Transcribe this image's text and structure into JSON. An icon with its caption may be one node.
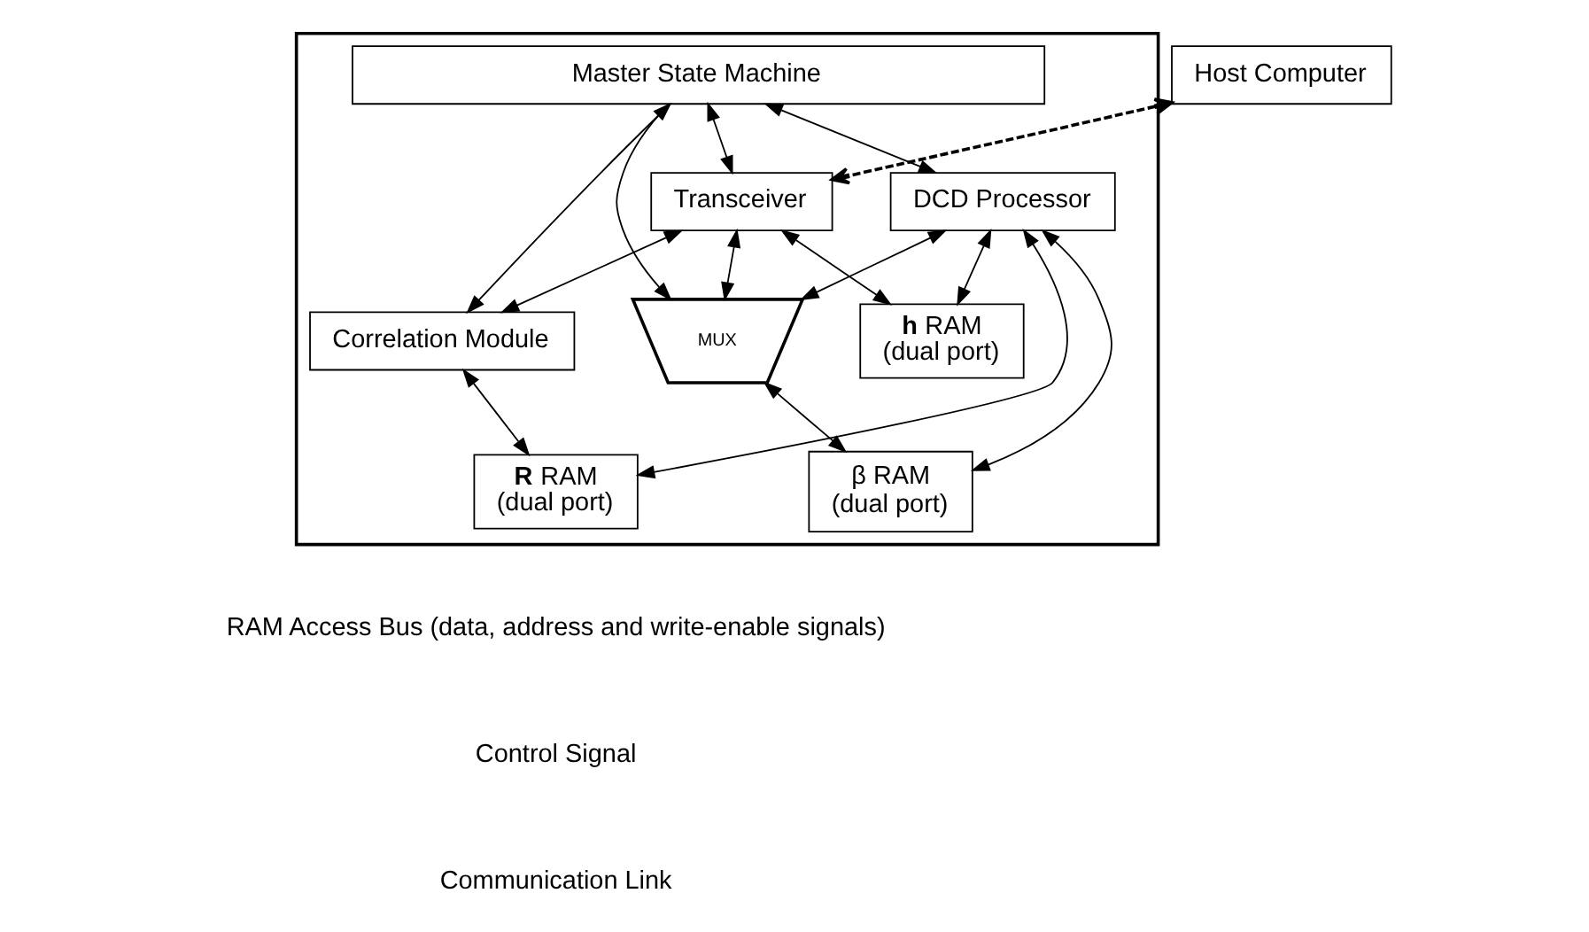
{
  "diagram": {
    "nodes": [
      {
        "text": [],
        "shape": "box"
      },
      {
        "text": [
          "Host Computer"
        ]
      },
      {
        "text": [
          "Master State Machine"
        ],
        "in": 0
      },
      {
        "text": [
          "Transceiver"
        ],
        "in": 0
      },
      {
        "text": [
          "Correlation Module"
        ],
        "in": 0
      },
      {
        "text": [
          "DCD Processor"
        ],
        "in": 0
      },
      {
        "text": [
          "MUX"
        ],
        "in": 0
      },
      {
        "text": [
          "**h** RAM",
          "(dual port)"
        ],
        "in": 0
      },
      {
        "text": [
          "β RAM",
          "(dual port)"
        ],
        "in": 0
      },
      {
        "text": [
          "**R** RAM",
          "(dual port)"
        ],
        "in": 0
      }
    ],
    "edges": [
      {
        "from": 1,
        "to": 3,
        "arrow": "both",
        "style": "dashed"
      },
      {
        "from": 2,
        "to": 3,
        "arrow": "both"
      },
      {
        "from": 2,
        "to": 4,
        "arrow": "both"
      },
      {
        "from": 2,
        "to": 5,
        "arrow": "both"
      },
      {
        "from": 2,
        "to": 6,
        "arrow": "to"
      },
      {
        "from": 3,
        "to": 4,
        "arrow": "both"
      },
      {
        "from": 3,
        "to": 7,
        "arrow": "both"
      },
      {
        "from": 3,
        "to": 6,
        "arrow": "both"
      },
      {
        "from": 5,
        "to": 7,
        "arrow": "both"
      },
      {
        "from": 5,
        "to": 6,
        "arrow": "both"
      },
      {
        "from": 4,
        "to": 9,
        "arrow": "both"
      },
      {
        "from": 5,
        "to": 8,
        "arrow": "both"
      },
      {
        "from": 5,
        "to": 9,
        "arrow": "both"
      },
      {
        "from": 6,
        "to": 8,
        "arrow": "both"
      }
    ],
    "legend": [
      {
        "text": "RAM Access Bus (data, address and write-enable signals)"
      },
      {
        "text": "Control Signal"
      },
      {
        "text": "Communication Link"
      }
    ]
  }
}
